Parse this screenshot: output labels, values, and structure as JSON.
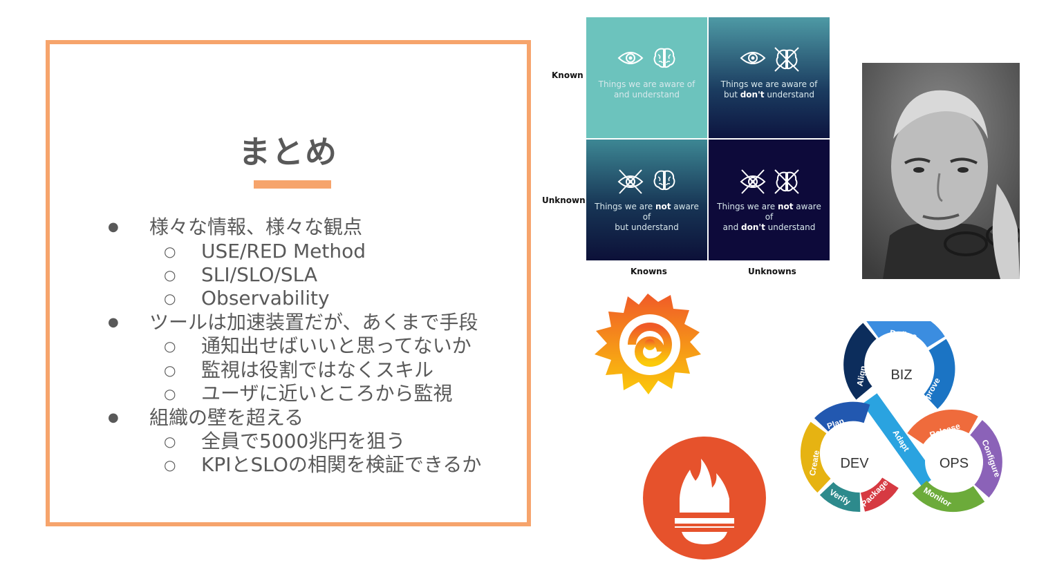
{
  "slide": {
    "title": "まとめ",
    "bullets": [
      {
        "text": "様々な情報、様々な観点",
        "children": [
          "USE/RED Method",
          "SLI/SLO/SLA",
          "Observability"
        ]
      },
      {
        "text": "ツールは加速装置だが、あくまで手段",
        "children": [
          "通知出せばいいと思ってないか",
          "監視は役割ではなくスキル",
          "ユーザに近いところから監視"
        ]
      },
      {
        "text": "組織の壁を超える",
        "children": [
          "全員で5000兆円を狙う",
          "KPIとSLOの相関を検証できるか"
        ]
      }
    ],
    "bullet_glyph": "●",
    "sub_bullet_glyph": "○"
  },
  "matrix": {
    "row_labels": [
      "Known",
      "Unknown"
    ],
    "col_labels": [
      "Knowns",
      "Unknowns"
    ],
    "cells": [
      {
        "pre": "Things we are aware of",
        "line2_pre": "and understand",
        "bold": "",
        "line2_post": ""
      },
      {
        "pre": "Things we are aware of",
        "line2_pre": "but ",
        "bold": "don't",
        "line2_post": " understand"
      },
      {
        "pre1": "Things we are ",
        "bold1": "not",
        "post1": " aware of",
        "line2": "but understand"
      },
      {
        "pre1": "Things we are ",
        "bold1": "not",
        "post1": " aware of",
        "line2_pre": "and ",
        "bold": "don't",
        "line2_post": " understand"
      }
    ]
  },
  "devops": {
    "hubs": [
      "BIZ",
      "DEV",
      "OPS"
    ],
    "segments": [
      "Define",
      "Approve",
      "Align",
      "Adapt",
      "Plan",
      "Create",
      "Verify",
      "Package",
      "Release",
      "Configure",
      "Monitor"
    ]
  },
  "colors": {
    "accent": "#f6a46c",
    "text": "#595959",
    "matrix_teal": "#6cc3bd",
    "matrix_navy": "#0d0a3a",
    "prometheus": "#e6522c"
  }
}
